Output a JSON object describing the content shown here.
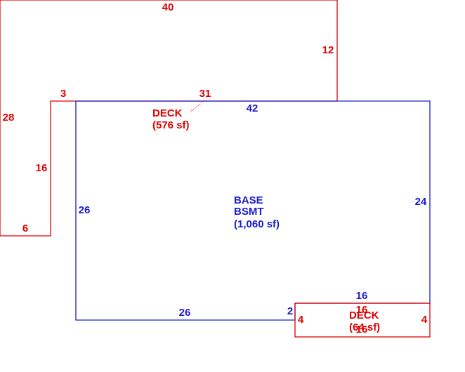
{
  "colors": {
    "deck": "#e00000",
    "basement": "#1a1ad0",
    "background": "#ffffff"
  },
  "deck_main": {
    "name_label": "DECK",
    "area_label": "(576 sf)",
    "dims": {
      "top": "40",
      "right_upper": "12",
      "left": "28",
      "step_top": "3",
      "step_side": "16",
      "bottom": "6",
      "inner": "31"
    }
  },
  "basement": {
    "name_label_1": "BASE",
    "name_label_2": "BSMT",
    "area_label": "(1,060 sf)",
    "dims": {
      "top": "42",
      "left": "26",
      "right": "24",
      "bottom": "26",
      "notch_top": "16",
      "notch_side": "2"
    }
  },
  "deck_small": {
    "name_label": "DECK",
    "area_label": "(64 sf)",
    "dims": {
      "top": "16",
      "bottom": "16",
      "left": "4",
      "right": "4"
    }
  }
}
